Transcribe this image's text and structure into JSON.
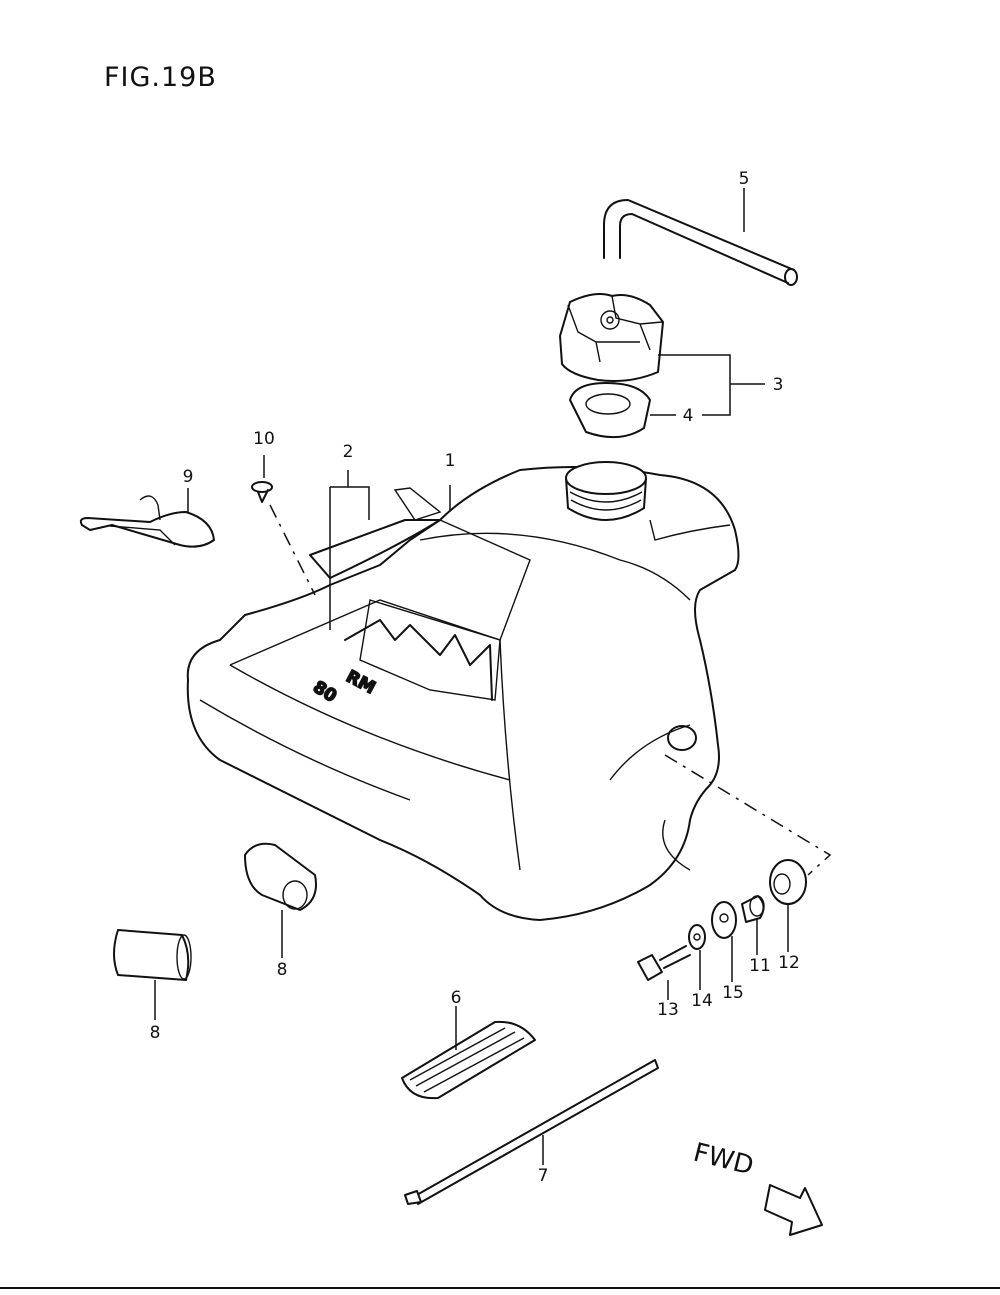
{
  "figure": {
    "title": "FIG.19B",
    "direction_label": "FWD"
  },
  "callouts": [
    {
      "id": "callout-1",
      "text": "1"
    },
    {
      "id": "callout-2",
      "text": "2"
    },
    {
      "id": "callout-3",
      "text": "3"
    },
    {
      "id": "callout-4",
      "text": "4"
    },
    {
      "id": "callout-5",
      "text": "5"
    },
    {
      "id": "callout-6",
      "text": "6"
    },
    {
      "id": "callout-7",
      "text": "7"
    },
    {
      "id": "callout-8a",
      "text": "8"
    },
    {
      "id": "callout-8b",
      "text": "8"
    },
    {
      "id": "callout-9",
      "text": "9"
    },
    {
      "id": "callout-10",
      "text": "10"
    },
    {
      "id": "callout-11",
      "text": "11"
    },
    {
      "id": "callout-12",
      "text": "12"
    },
    {
      "id": "callout-13",
      "text": "13"
    },
    {
      "id": "callout-14",
      "text": "14"
    },
    {
      "id": "callout-15",
      "text": "15"
    }
  ],
  "tank_graphic": {
    "logo_text": "RM",
    "model_text": "80"
  }
}
